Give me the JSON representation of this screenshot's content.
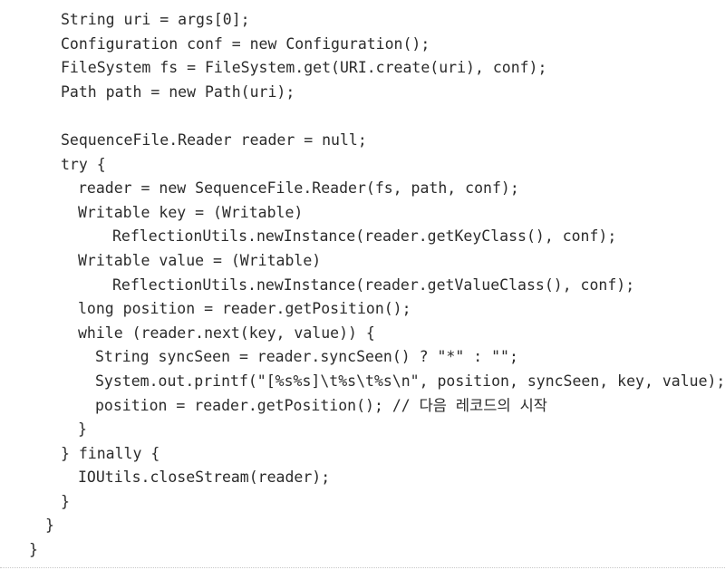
{
  "code": {
    "lines": [
      "String uri = args[0];",
      "Configuration conf = new Configuration();",
      "FileSystem fs = FileSystem.get(URI.create(uri), conf);",
      "Path path = new Path(uri);",
      "",
      "SequenceFile.Reader reader = null;",
      "try {",
      "reader = new SequenceFile.Reader(fs, path, conf);",
      "Writable key = (Writable)",
      "ReflectionUtils.newInstance(reader.getKeyClass(), conf);",
      "Writable value = (Writable)",
      "ReflectionUtils.newInstance(reader.getValueClass(), conf);",
      "long position = reader.getPosition();",
      "while (reader.next(key, value)) {",
      "String syncSeen = reader.syncSeen() ? \"*\" : \"\";",
      "System.out.printf(\"[%s%s]\\t%s\\t%s\\n\", position, syncSeen, key, value);",
      "position = reader.getPosition(); // 다음 레코드의 시작",
      "}",
      "} finally {",
      "IOUtils.closeStream(reader);",
      "}",
      "}",
      "}"
    ]
  }
}
